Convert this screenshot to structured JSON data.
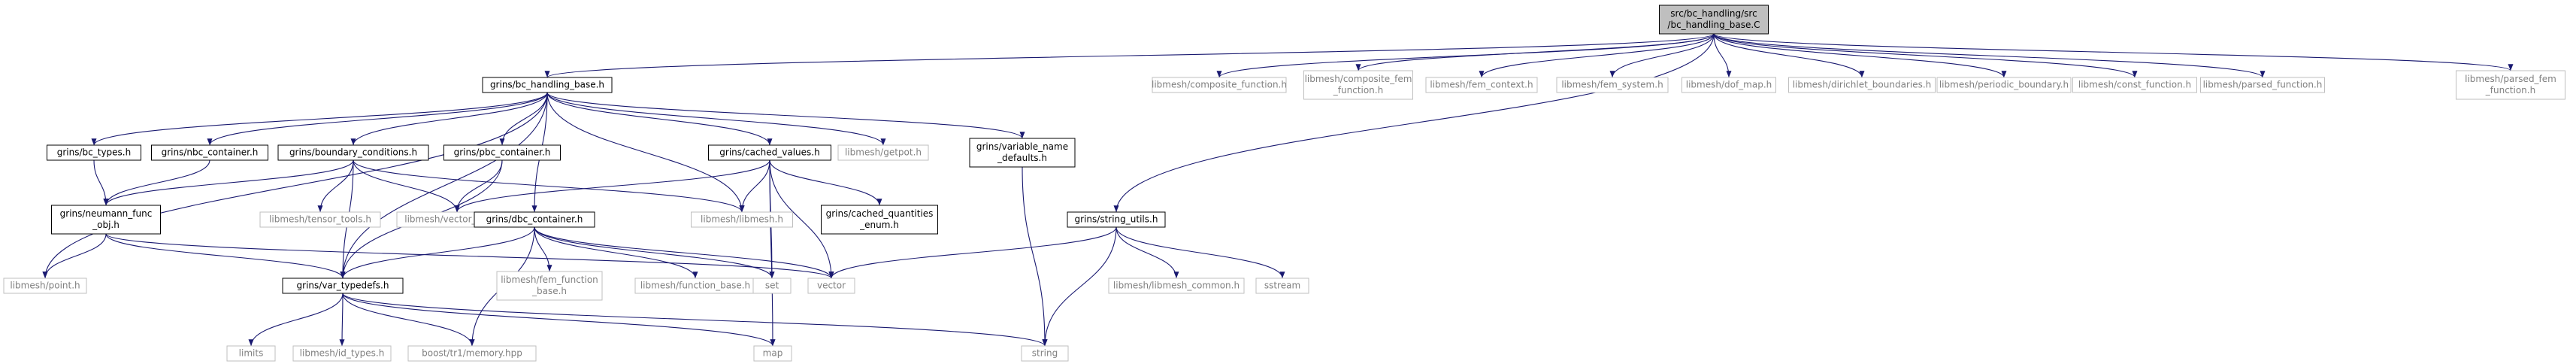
{
  "colors": {
    "edge": "#191970",
    "root_fill": "#bfbfbf",
    "root_border": "#000000",
    "documented_fill": "#ffffff",
    "documented_border": "#000000",
    "external_border": "#bfbfbf",
    "external_text": "#808080",
    "text": "#000000"
  },
  "nodes": [
    {
      "id": "root",
      "lines": [
        "src/bc_handling/src",
        "/bc_handling_base.C"
      ],
      "kind": "root"
    },
    {
      "id": "bc_handling_base_h",
      "lines": [
        "grins/bc_handling_base.h"
      ],
      "kind": "documented"
    },
    {
      "id": "string_utils_h",
      "lines": [
        "grins/string_utils.h"
      ],
      "kind": "documented"
    },
    {
      "id": "composite_function_h",
      "lines": [
        "libmesh/composite_function.h"
      ],
      "kind": "external"
    },
    {
      "id": "composite_fem_function_h",
      "lines": [
        "libmesh/composite_fem",
        "_function.h"
      ],
      "kind": "external"
    },
    {
      "id": "fem_context_h",
      "lines": [
        "libmesh/fem_context.h"
      ],
      "kind": "external"
    },
    {
      "id": "fem_system_h",
      "lines": [
        "libmesh/fem_system.h"
      ],
      "kind": "external"
    },
    {
      "id": "dof_map_h",
      "lines": [
        "libmesh/dof_map.h"
      ],
      "kind": "external"
    },
    {
      "id": "dirichlet_boundaries_h",
      "lines": [
        "libmesh/dirichlet_boundaries.h"
      ],
      "kind": "external"
    },
    {
      "id": "periodic_boundary_h",
      "lines": [
        "libmesh/periodic_boundary.h"
      ],
      "kind": "external"
    },
    {
      "id": "const_function_h",
      "lines": [
        "libmesh/const_function.h"
      ],
      "kind": "external"
    },
    {
      "id": "parsed_function_h",
      "lines": [
        "libmesh/parsed_function.h"
      ],
      "kind": "external"
    },
    {
      "id": "parsed_fem_function_h",
      "lines": [
        "libmesh/parsed_fem",
        "_function.h"
      ],
      "kind": "external"
    },
    {
      "id": "bc_types_h",
      "lines": [
        "grins/bc_types.h"
      ],
      "kind": "documented"
    },
    {
      "id": "nbc_container_h",
      "lines": [
        "grins/nbc_container.h"
      ],
      "kind": "documented"
    },
    {
      "id": "boundary_conditions_h",
      "lines": [
        "grins/boundary_conditions.h"
      ],
      "kind": "documented"
    },
    {
      "id": "pbc_container_h",
      "lines": [
        "grins/pbc_container.h"
      ],
      "kind": "documented"
    },
    {
      "id": "cached_values_h",
      "lines": [
        "grins/cached_values.h"
      ],
      "kind": "documented"
    },
    {
      "id": "getpot_h",
      "lines": [
        "libmesh/getpot.h"
      ],
      "kind": "external"
    },
    {
      "id": "variable_name_defaults_h",
      "lines": [
        "grins/variable_name",
        "_defaults.h"
      ],
      "kind": "documented"
    },
    {
      "id": "neumann_func_obj_h",
      "lines": [
        "grins/neumann_func",
        "_obj.h"
      ],
      "kind": "documented"
    },
    {
      "id": "tensor_tools_h",
      "lines": [
        "libmesh/tensor_tools.h"
      ],
      "kind": "external"
    },
    {
      "id": "vector_value_h",
      "lines": [
        "libmesh/vector_value.h"
      ],
      "kind": "external"
    },
    {
      "id": "libmesh_h",
      "lines": [
        "libmesh/libmesh.h"
      ],
      "kind": "external"
    },
    {
      "id": "dbc_container_h",
      "lines": [
        "grins/dbc_container.h"
      ],
      "kind": "documented"
    },
    {
      "id": "cached_quantities_enum_h",
      "lines": [
        "grins/cached_quantities",
        "_enum.h"
      ],
      "kind": "documented"
    },
    {
      "id": "point_h",
      "lines": [
        "libmesh/point.h"
      ],
      "kind": "external"
    },
    {
      "id": "var_typedefs_h",
      "lines": [
        "grins/var_typedefs.h"
      ],
      "kind": "documented"
    },
    {
      "id": "fem_function_base_h",
      "lines": [
        "libmesh/fem_function",
        "_base.h"
      ],
      "kind": "external"
    },
    {
      "id": "function_base_h",
      "lines": [
        "libmesh/function_base.h"
      ],
      "kind": "external"
    },
    {
      "id": "set",
      "lines": [
        "set"
      ],
      "kind": "external"
    },
    {
      "id": "vector",
      "lines": [
        "vector"
      ],
      "kind": "external"
    },
    {
      "id": "libmesh_common_h",
      "lines": [
        "libmesh/libmesh_common.h"
      ],
      "kind": "external"
    },
    {
      "id": "sstream",
      "lines": [
        "sstream"
      ],
      "kind": "external"
    },
    {
      "id": "limits",
      "lines": [
        "limits"
      ],
      "kind": "external"
    },
    {
      "id": "id_types_h",
      "lines": [
        "libmesh/id_types.h"
      ],
      "kind": "external"
    },
    {
      "id": "memory_hpp",
      "lines": [
        "boost/tr1/memory.hpp"
      ],
      "kind": "external"
    },
    {
      "id": "map",
      "lines": [
        "map"
      ],
      "kind": "external"
    },
    {
      "id": "string",
      "lines": [
        "string"
      ],
      "kind": "external"
    }
  ],
  "edges": [
    [
      "root",
      "bc_handling_base_h"
    ],
    [
      "root",
      "string_utils_h"
    ],
    [
      "root",
      "composite_function_h"
    ],
    [
      "root",
      "composite_fem_function_h"
    ],
    [
      "root",
      "fem_context_h"
    ],
    [
      "root",
      "fem_system_h"
    ],
    [
      "root",
      "dof_map_h"
    ],
    [
      "root",
      "dirichlet_boundaries_h"
    ],
    [
      "root",
      "periodic_boundary_h"
    ],
    [
      "root",
      "const_function_h"
    ],
    [
      "root",
      "parsed_function_h"
    ],
    [
      "root",
      "parsed_fem_function_h"
    ],
    [
      "bc_handling_base_h",
      "bc_types_h"
    ],
    [
      "bc_handling_base_h",
      "nbc_container_h"
    ],
    [
      "bc_handling_base_h",
      "boundary_conditions_h"
    ],
    [
      "bc_handling_base_h",
      "pbc_container_h"
    ],
    [
      "bc_handling_base_h",
      "cached_values_h"
    ],
    [
      "bc_handling_base_h",
      "getpot_h"
    ],
    [
      "bc_handling_base_h",
      "variable_name_defaults_h"
    ],
    [
      "bc_handling_base_h",
      "libmesh_h"
    ],
    [
      "bc_handling_base_h",
      "dbc_container_h"
    ],
    [
      "bc_handling_base_h",
      "point_h"
    ],
    [
      "bc_handling_base_h",
      "var_typedefs_h"
    ],
    [
      "bc_types_h",
      "neumann_func_obj_h"
    ],
    [
      "nbc_container_h",
      "neumann_func_obj_h"
    ],
    [
      "boundary_conditions_h",
      "neumann_func_obj_h"
    ],
    [
      "boundary_conditions_h",
      "tensor_tools_h"
    ],
    [
      "boundary_conditions_h",
      "vector_value_h"
    ],
    [
      "boundary_conditions_h",
      "libmesh_h"
    ],
    [
      "boundary_conditions_h",
      "var_typedefs_h"
    ],
    [
      "pbc_container_h",
      "vector_value_h"
    ],
    [
      "pbc_container_h",
      "var_typedefs_h"
    ],
    [
      "cached_values_h",
      "vector_value_h"
    ],
    [
      "cached_values_h",
      "libmesh_h"
    ],
    [
      "cached_values_h",
      "cached_quantities_enum_h"
    ],
    [
      "cached_values_h",
      "set"
    ],
    [
      "cached_values_h",
      "vector"
    ],
    [
      "cached_values_h",
      "map"
    ],
    [
      "variable_name_defaults_h",
      "string"
    ],
    [
      "neumann_func_obj_h",
      "point_h"
    ],
    [
      "neumann_func_obj_h",
      "var_typedefs_h"
    ],
    [
      "neumann_func_obj_h",
      "vector"
    ],
    [
      "dbc_container_h",
      "var_typedefs_h"
    ],
    [
      "dbc_container_h",
      "memory_hpp"
    ],
    [
      "dbc_container_h",
      "fem_function_base_h"
    ],
    [
      "dbc_container_h",
      "function_base_h"
    ],
    [
      "dbc_container_h",
      "set"
    ],
    [
      "dbc_container_h",
      "vector"
    ],
    [
      "string_utils_h",
      "vector"
    ],
    [
      "string_utils_h",
      "libmesh_common_h"
    ],
    [
      "string_utils_h",
      "sstream"
    ],
    [
      "string_utils_h",
      "string"
    ],
    [
      "var_typedefs_h",
      "limits"
    ],
    [
      "var_typedefs_h",
      "id_types_h"
    ],
    [
      "var_typedefs_h",
      "memory_hpp"
    ],
    [
      "var_typedefs_h",
      "map"
    ],
    [
      "var_typedefs_h",
      "string"
    ]
  ]
}
